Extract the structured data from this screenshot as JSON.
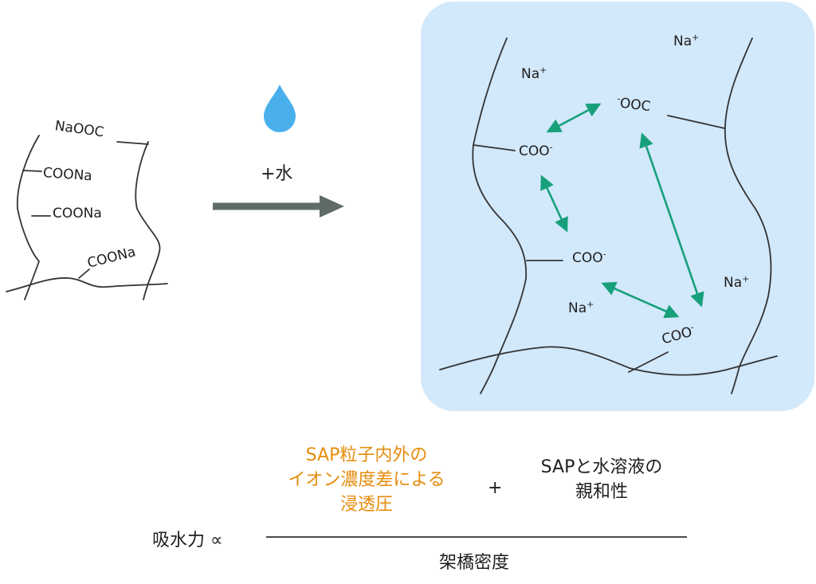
{
  "process": {
    "label": "+水",
    "arrow_color": "#5f6b68",
    "drop_color": "#4ab0ec"
  },
  "dry_polymer": {
    "groups": [
      "NaOOC",
      "COONa",
      "COONa",
      "COONa"
    ]
  },
  "swollen_polymer": {
    "background": "#d2e8fb",
    "arrow_color": "#17a07a",
    "groups": [
      "OOC",
      "COO",
      "COO",
      "COO"
    ],
    "group_charges": [
      "-",
      "-",
      "-",
      "-"
    ],
    "ions": [
      "Na",
      "Na",
      "Na",
      "Na"
    ],
    "ion_charge": "+"
  },
  "formula": {
    "lhs": "吸水力 ∝",
    "term1_lines": [
      "SAP粒子内外の",
      "イオン濃度差による",
      "浸透圧"
    ],
    "term1_color": "#e58c0c",
    "plus": "+",
    "term2_lines": [
      "SAPと水溶液の",
      "親和性"
    ],
    "denominator": "架橋密度"
  }
}
